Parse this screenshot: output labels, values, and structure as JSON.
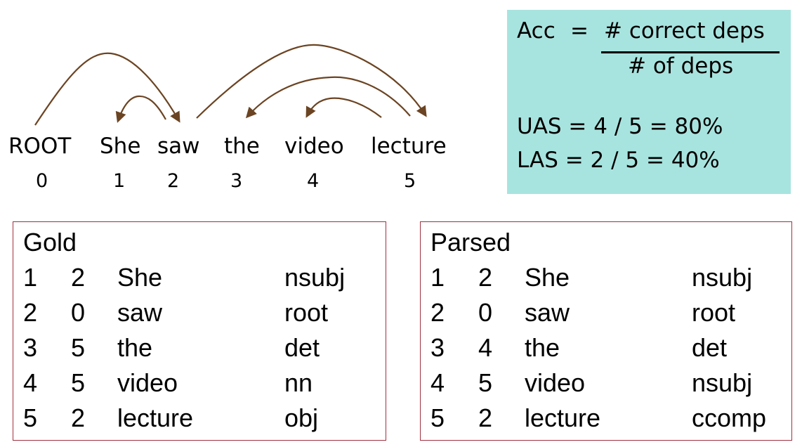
{
  "sentence": {
    "tokens": [
      {
        "word": "ROOT",
        "index": "0"
      },
      {
        "word": "She",
        "index": "1"
      },
      {
        "word": "saw",
        "index": "2"
      },
      {
        "word": "the",
        "index": "3"
      },
      {
        "word": "video",
        "index": "4"
      },
      {
        "word": "lecture",
        "index": "5"
      }
    ],
    "arcs": [
      {
        "head": 0,
        "dependent": 2
      },
      {
        "head": 2,
        "dependent": 1
      },
      {
        "head": 2,
        "dependent": 5
      },
      {
        "head": 5,
        "dependent": 3
      },
      {
        "head": 5,
        "dependent": 4
      }
    ],
    "arc_color": "#6b4423"
  },
  "metrics": {
    "acc_label": "Acc",
    "equals": "=",
    "numerator": "# correct deps",
    "denominator": "# of deps",
    "uas": "UAS =  4 / 5  =  80%",
    "las": "LAS  =  2 / 5  =  40%",
    "background": "#a8e4df"
  },
  "gold": {
    "title": "Gold",
    "rows": [
      [
        "1",
        "2",
        "She",
        "nsubj"
      ],
      [
        "2",
        "0",
        "saw",
        "root"
      ],
      [
        "3",
        "5",
        "the",
        "det"
      ],
      [
        "4",
        "5",
        "video",
        "nn"
      ],
      [
        "5",
        "2",
        "lecture",
        "obj"
      ]
    ]
  },
  "parsed": {
    "title": "Parsed",
    "rows": [
      [
        "1",
        "2",
        "She",
        "nsubj"
      ],
      [
        "2",
        "0",
        "saw",
        "root"
      ],
      [
        "3",
        "4",
        "the",
        "det"
      ],
      [
        "4",
        "5",
        "video",
        "nsubj"
      ],
      [
        "5",
        "2",
        "lecture",
        "ccomp"
      ]
    ]
  },
  "border_color": "#a03040"
}
